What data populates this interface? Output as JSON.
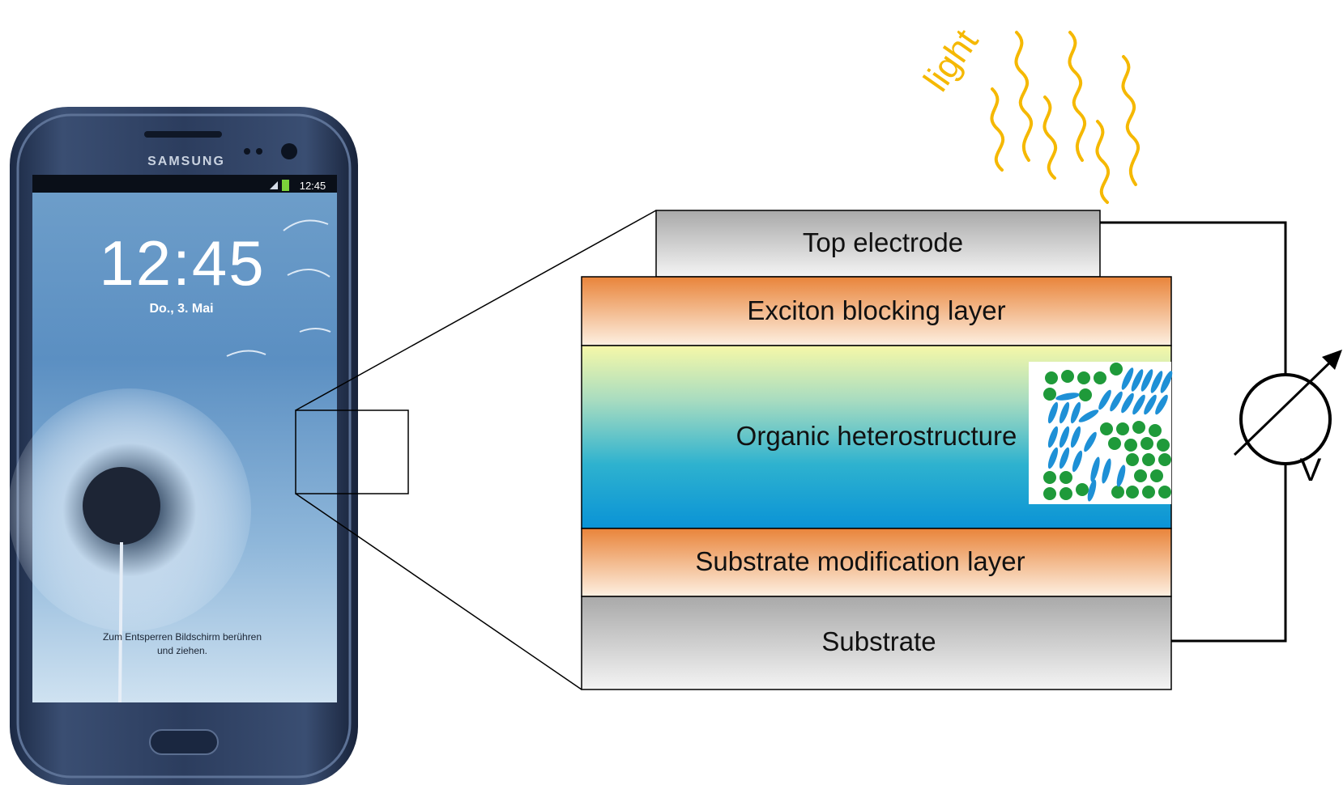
{
  "phone": {
    "brand": "SAMSUNG",
    "status_time": "12:45",
    "clock": "12:45",
    "date": "Do., 3. Mai",
    "unlock_hint_line1": "Zum Entsperren Bildschirm berühren",
    "unlock_hint_line2": "und ziehen."
  },
  "light": {
    "label": "light",
    "color": "#f5b800"
  },
  "stack": {
    "layers": [
      {
        "label": "Top electrode"
      },
      {
        "label": "Exciton blocking layer"
      },
      {
        "label": "Organic heterostructure"
      },
      {
        "label": "Substrate modification layer"
      },
      {
        "label": "Substrate"
      }
    ]
  },
  "circuit": {
    "meter_label": "V"
  },
  "colors": {
    "orange": "#e9863a",
    "donor_green": "#1f9a3a",
    "acceptor_blue": "#1e90d6"
  }
}
